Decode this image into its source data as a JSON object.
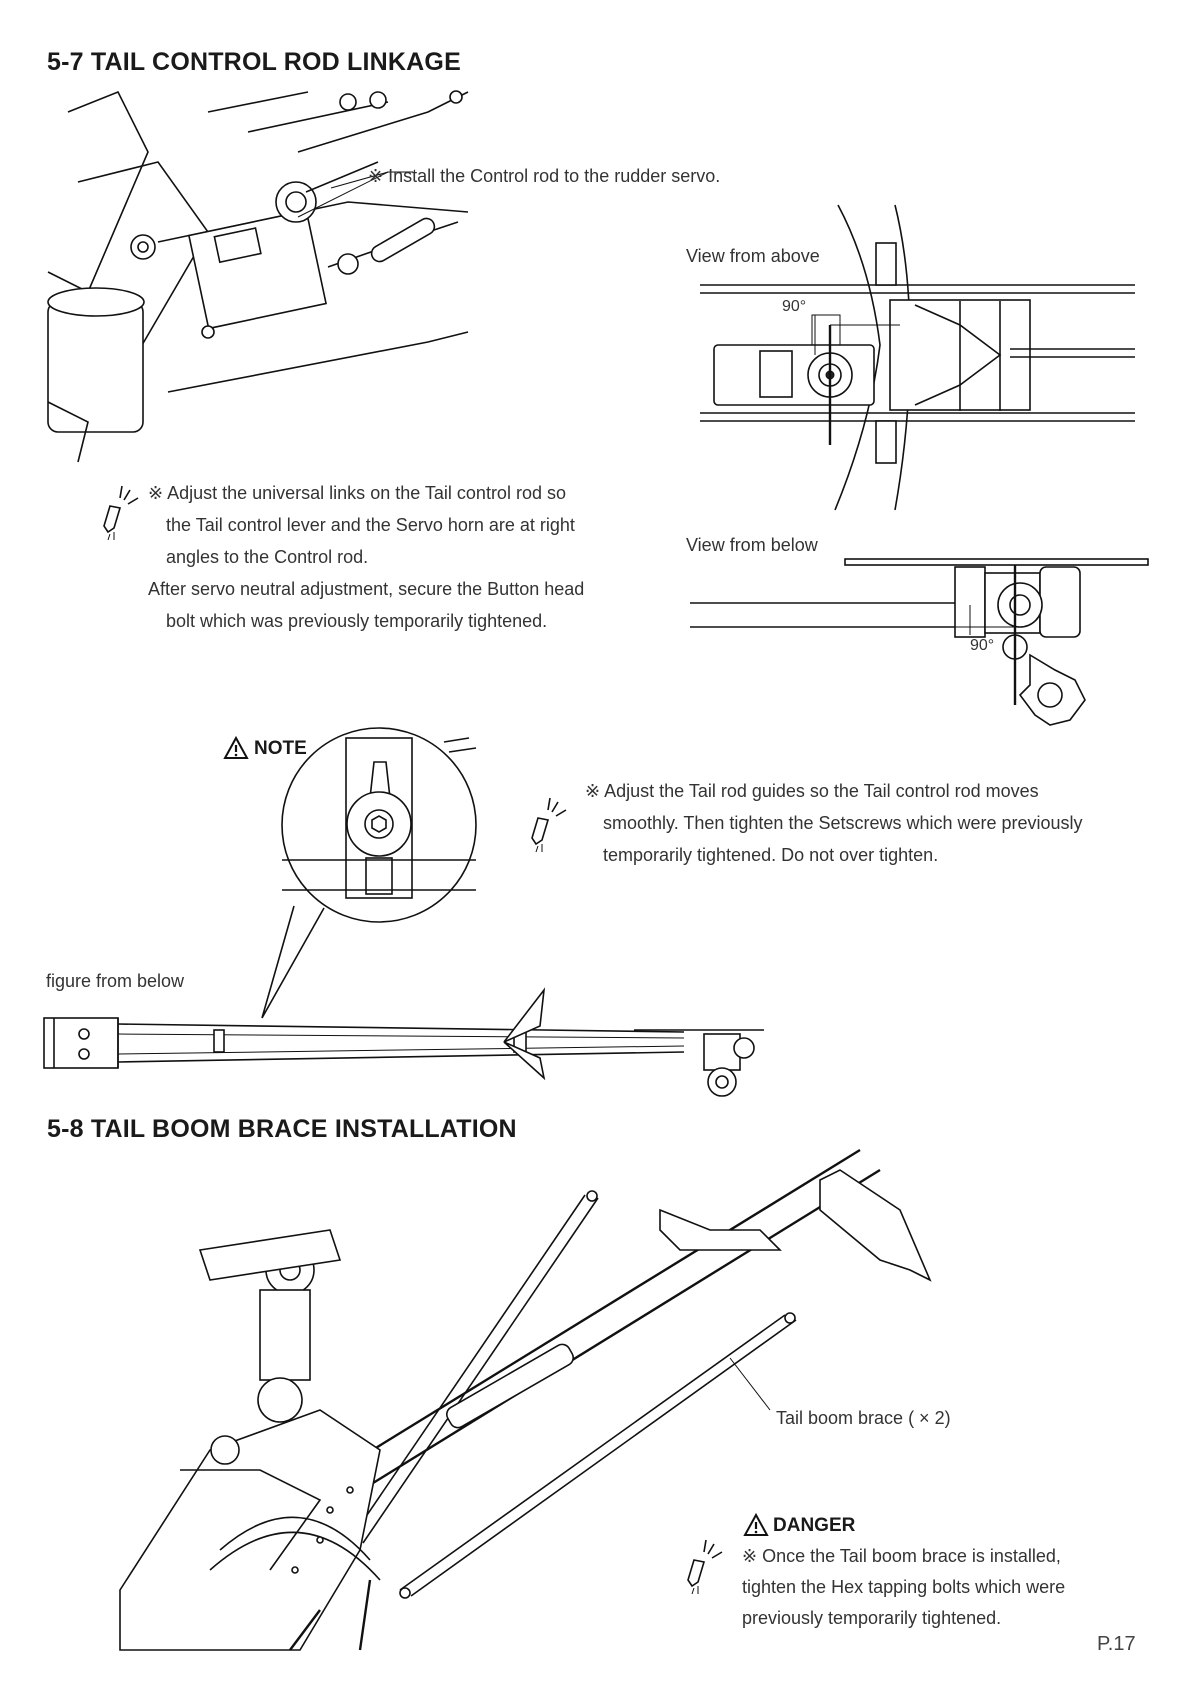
{
  "section_5_7": {
    "title": "5-7 TAIL CONTROL ROD LINKAGE",
    "callout_install": "※ Install the Control rod to the rudder servo.",
    "view_above_label": "View from above",
    "view_below_label": "View from below",
    "angle_label_above": "90°",
    "angle_label_below": "90°",
    "adjust_note": [
      "※ Adjust the universal links on the Tail control rod so",
      "the Tail control lever and the Servo horn are at right",
      "angles to the Control rod.",
      "After servo neutral adjustment, secure the Button head",
      "bolt which was previously  temporarily tightened."
    ],
    "note_heading": "NOTE",
    "guide_note": [
      "※ Adjust the Tail rod guides so the Tail control rod moves",
      "smoothly. Then tighten the Setscrews which were previously",
      "temporarily tightened. Do not over tighten."
    ],
    "figure_below_label": "figure from below"
  },
  "section_5_8": {
    "title": "5-8 TAIL BOOM BRACE INSTALLATION",
    "brace_label": "Tail boom brace ( × 2)",
    "danger_heading": "DANGER",
    "danger_note": [
      "※ Once the Tail boom brace is installed,",
      "tighten the Hex tapping bolts which were",
      "previously temporarily tightened."
    ]
  },
  "page_number": "P.17",
  "icons": [
    "wrench-icon",
    "warning-triangle-icon"
  ]
}
